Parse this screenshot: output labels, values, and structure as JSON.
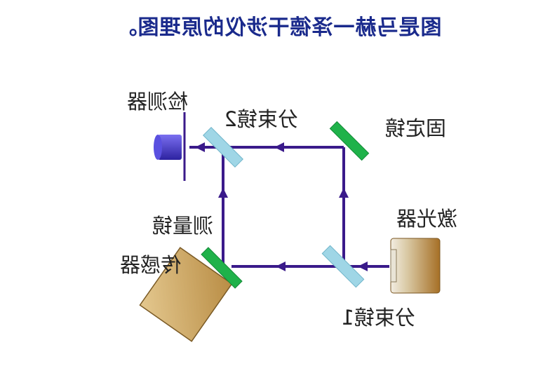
{
  "title": "图是马赫一泽德干涉仪的原理图。",
  "labels": {
    "detector": "检测器",
    "beam_splitter_2": "分束镜2",
    "fixed_mirror": "固定镜",
    "measuring_mirror": "测量镜",
    "laser": "激光器",
    "sensor": "传感器",
    "beam_splitter_1": "分束镜1"
  },
  "colors": {
    "beam": "#3a1a8a",
    "mirror": "#1fb24a",
    "splitter": "#9fd6e6",
    "detector": "#4a3fd0",
    "laser_body": "#b07a2c",
    "sensor_body": "#d9b87c",
    "title": "#1a2a8c"
  }
}
